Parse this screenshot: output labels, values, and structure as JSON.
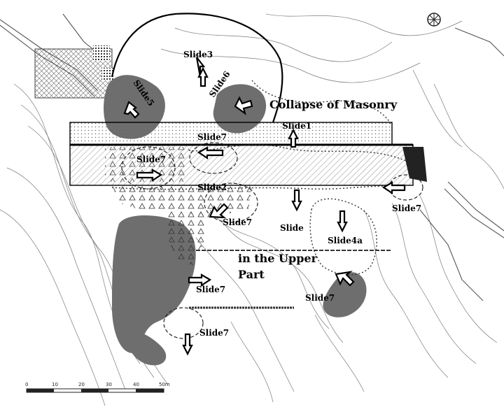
{
  "labels": {
    "slide1": "Slide1",
    "slide2": "Slide2",
    "slide3": "Slide3",
    "slide4a": "Slide4a",
    "slide5": "Slide5",
    "slide6": "Slide6",
    "slide7": "Slide7",
    "slide": "Slide",
    "collapse": "Collapse of Masonry",
    "upper_line1": "in the Upper",
    "upper_line2": "Part"
  },
  "scale_bar": {
    "ticks": [
      "0",
      "10",
      "20",
      "30",
      "40",
      "50m"
    ]
  },
  "colors": {
    "slide_mass": "#6e6e6e",
    "paper": "#ffffff",
    "ink": "#000000"
  }
}
